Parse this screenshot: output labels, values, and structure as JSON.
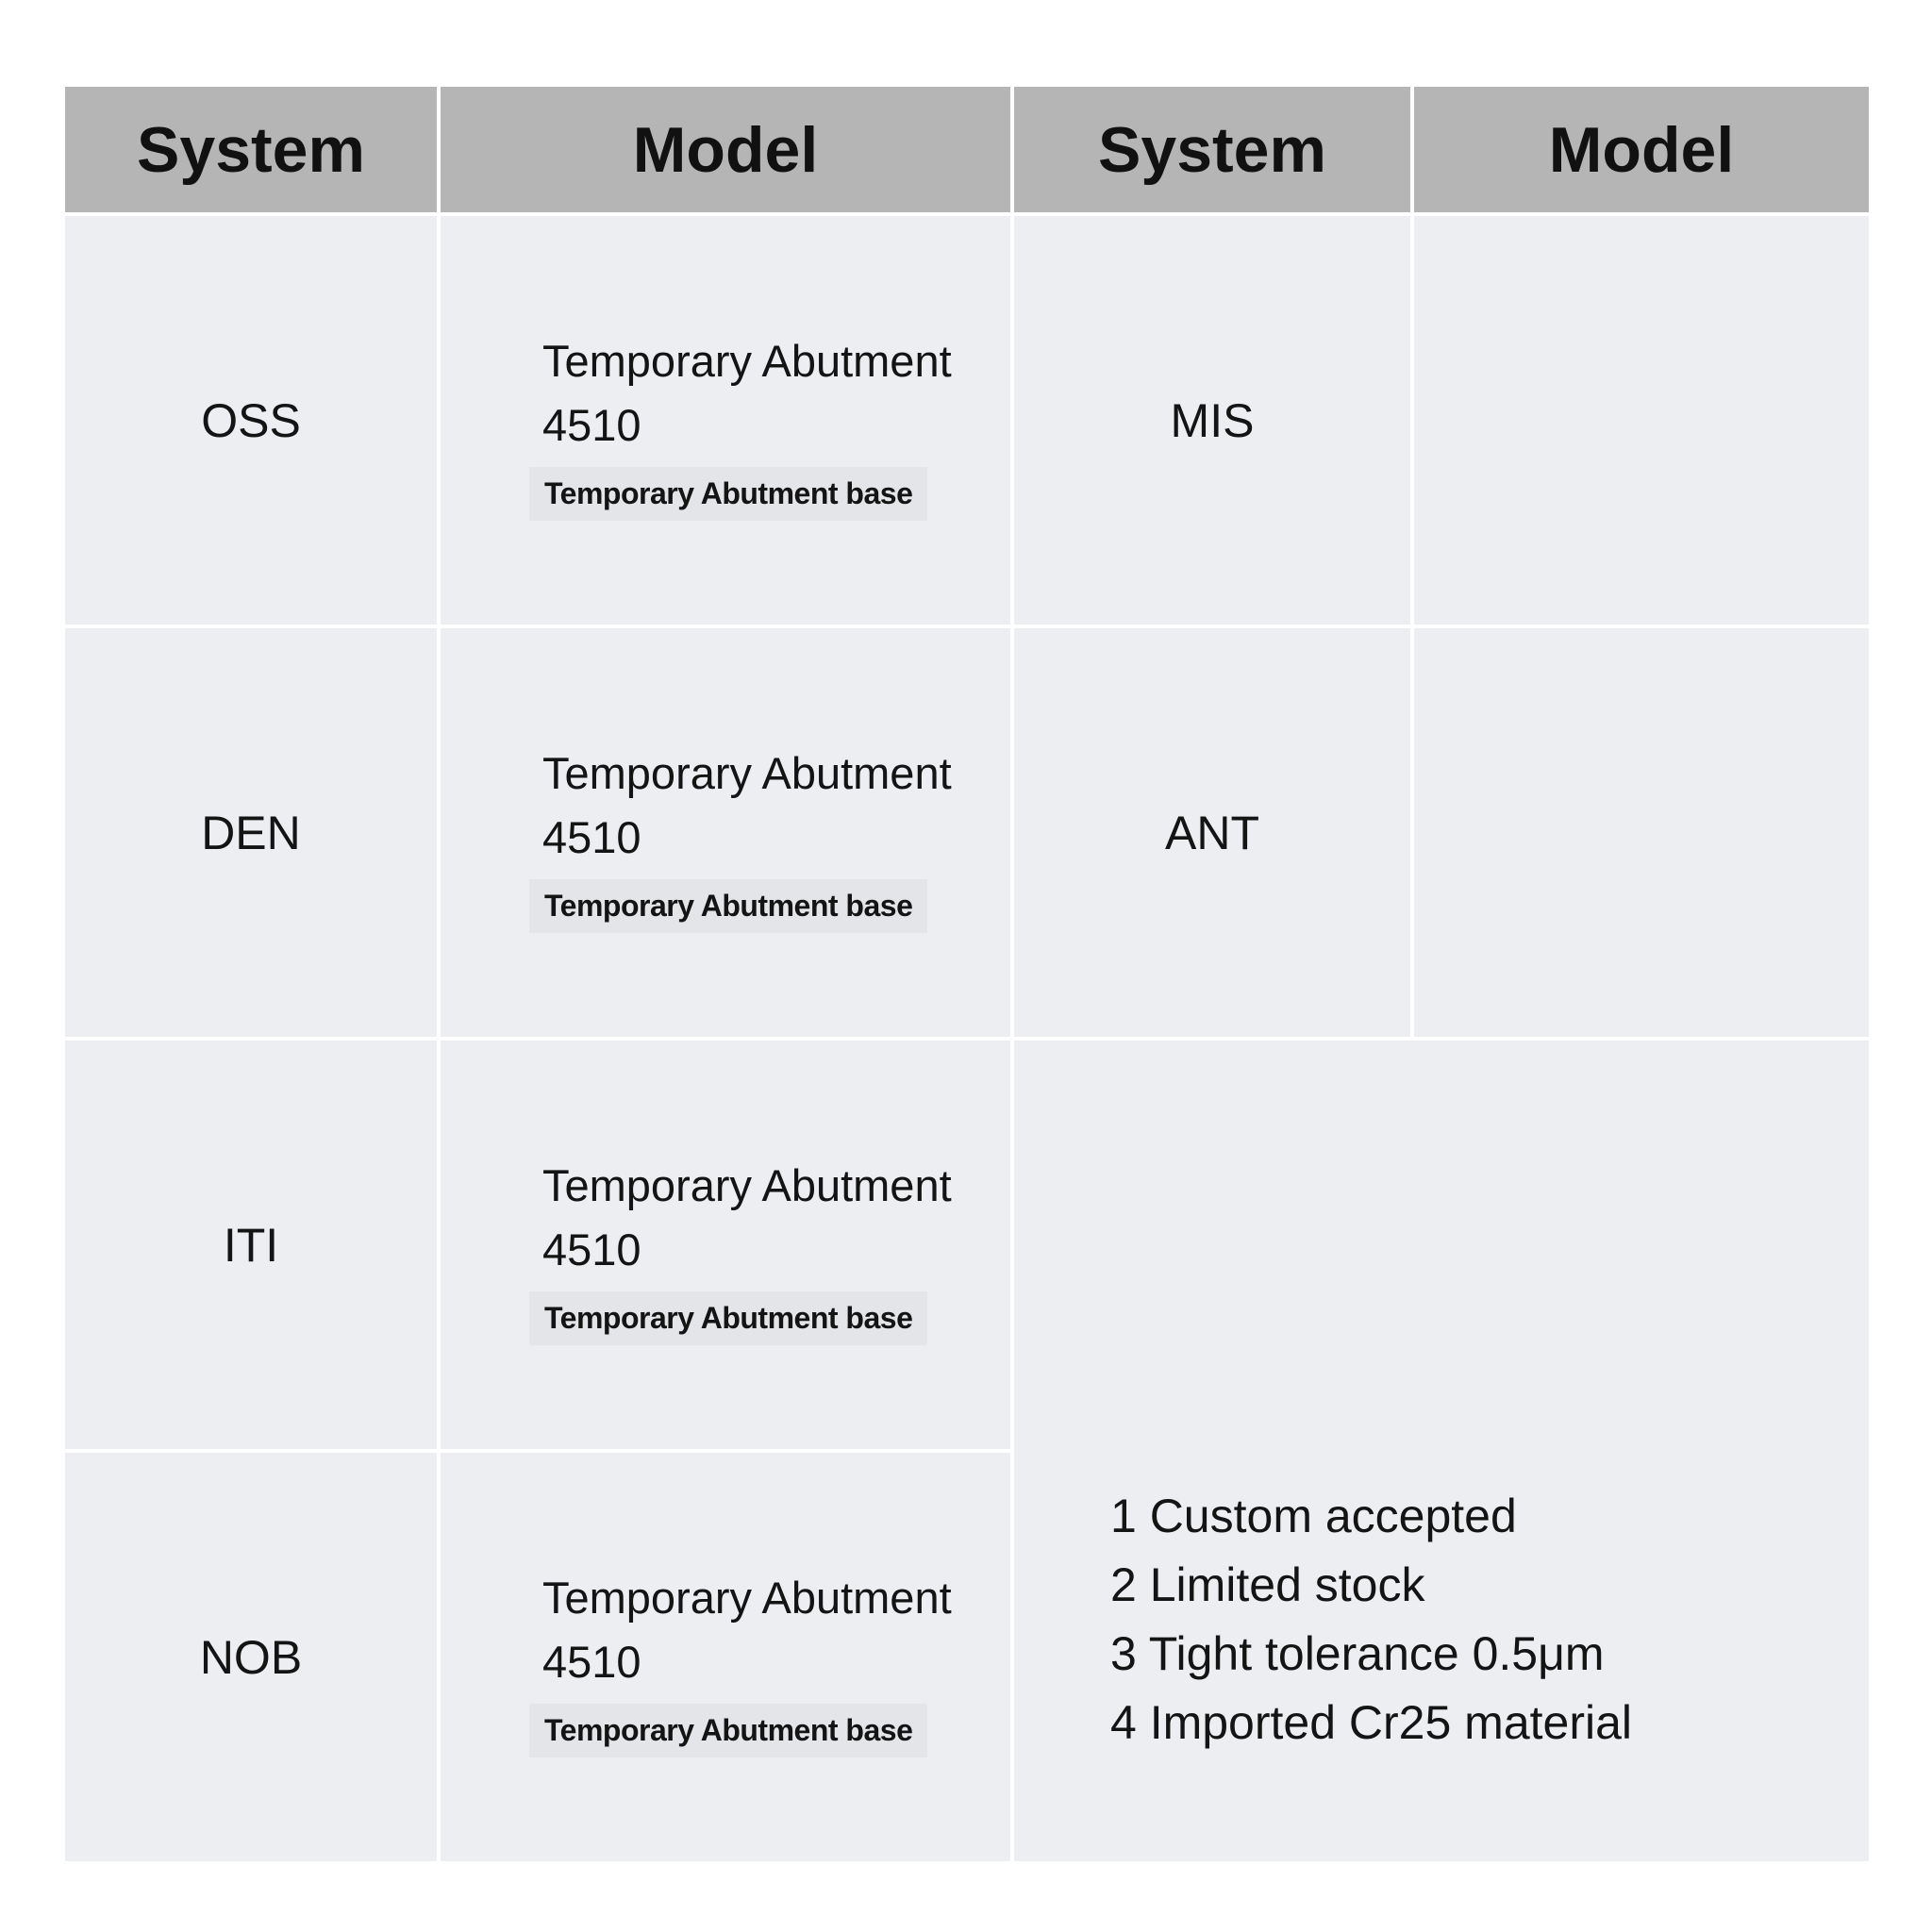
{
  "headers": [
    "System",
    "Model",
    "System",
    "Model"
  ],
  "rows": [
    {
      "system": "OSS",
      "model_line1": "Temporary Abutment",
      "model_line2": "4510",
      "model_base": "Temporary Abutment base",
      "system2": "MIS",
      "model2": ""
    },
    {
      "system": "DEN",
      "model_line1": "Temporary Abutment",
      "model_line2": "4510",
      "model_base": "Temporary Abutment base",
      "system2": "ANT",
      "model2": ""
    },
    {
      "system": "ITI",
      "model_line1": "Temporary Abutment",
      "model_line2": "4510",
      "model_base": "Temporary Abutment base"
    },
    {
      "system": "NOB",
      "model_line1": "Temporary Abutment",
      "model_line2": "4510",
      "model_base": "Temporary Abutment base"
    }
  ],
  "notes": [
    "1 Custom accepted",
    "2 Limited stock",
    "3 Tight tolerance 0.5μm",
    "4 Imported Cr25 material"
  ],
  "colors": {
    "header_bg": "#b5b5b5",
    "cell_bg": "#eceef2",
    "base_tag_bg": "#e3e5e9"
  }
}
